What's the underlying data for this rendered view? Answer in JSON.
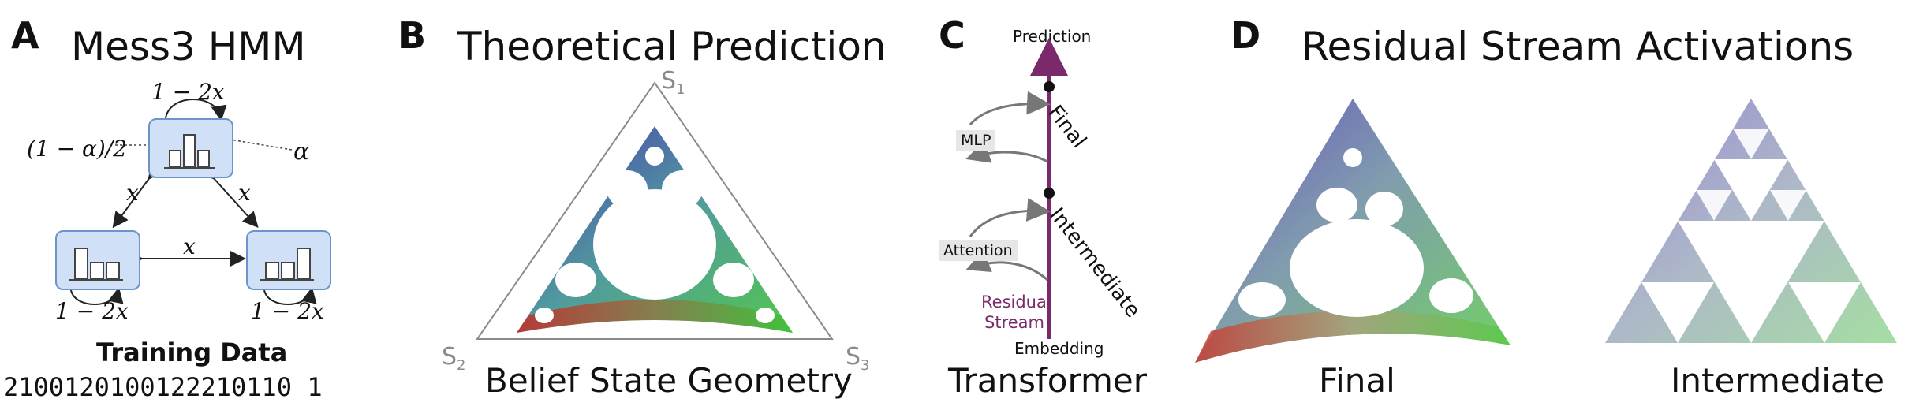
{
  "panelA": {
    "label": "A",
    "title": "Mess3 HMM",
    "self_top": "1 − 2x",
    "self_left": "1 − 2x",
    "self_right": "1 − 2x",
    "edge_left": "x",
    "edge_right": "x",
    "edge_bottom": "x",
    "emit_label": "(1 − α)/2",
    "alpha_label": "α",
    "training_title": "Training Data",
    "training_sequence": "2100120100122210110 1"
  },
  "panelB": {
    "label": "B",
    "title": "Theoretical Prediction",
    "s1": "S",
    "s1_sub": "1",
    "s2": "S",
    "s2_sub": "2",
    "s3": "S",
    "s3_sub": "3",
    "caption": "Belief State Geometry"
  },
  "panelC": {
    "label": "C",
    "prediction": "Prediction",
    "final": "Final",
    "mlp": "MLP",
    "intermediate": "Intermediate",
    "attention": "Attention",
    "residual_line1": "Residual",
    "residual_line2": "Stream",
    "embedding": "Embedding",
    "caption": "Transformer",
    "stream_color": "#7a2a6b"
  },
  "panelD": {
    "label": "D",
    "title": "Residual Stream Activations",
    "caption_final": "Final",
    "caption_intermediate": "Intermediate"
  }
}
